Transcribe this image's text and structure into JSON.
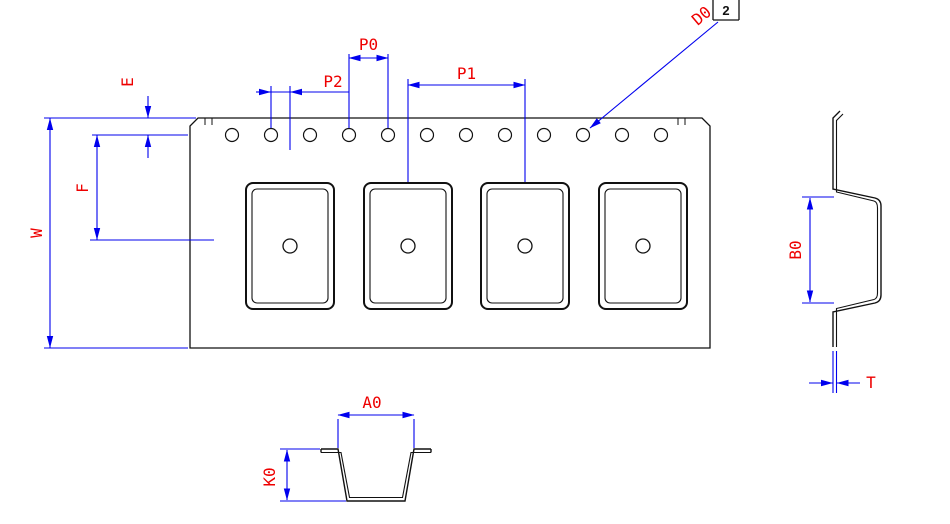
{
  "colors": {
    "outline": "#111111",
    "dimension_line": "#0000ee",
    "dimension_label": "#ee0000",
    "background": "#ffffff"
  },
  "zone_marker": {
    "label": "2"
  },
  "dimension_labels": {
    "p0": "P0",
    "p1": "P1",
    "p2": "P2",
    "e": "E",
    "f": "F",
    "w": "W",
    "d0": "D0",
    "b0": "B0",
    "t": "T",
    "a0": "A0",
    "k0": "K0"
  },
  "views": {
    "top_view": {
      "sprocket_hole_count": 12,
      "pocket_count": 4
    },
    "side_view": {
      "shown": true
    },
    "section_view": {
      "shown": true
    }
  }
}
